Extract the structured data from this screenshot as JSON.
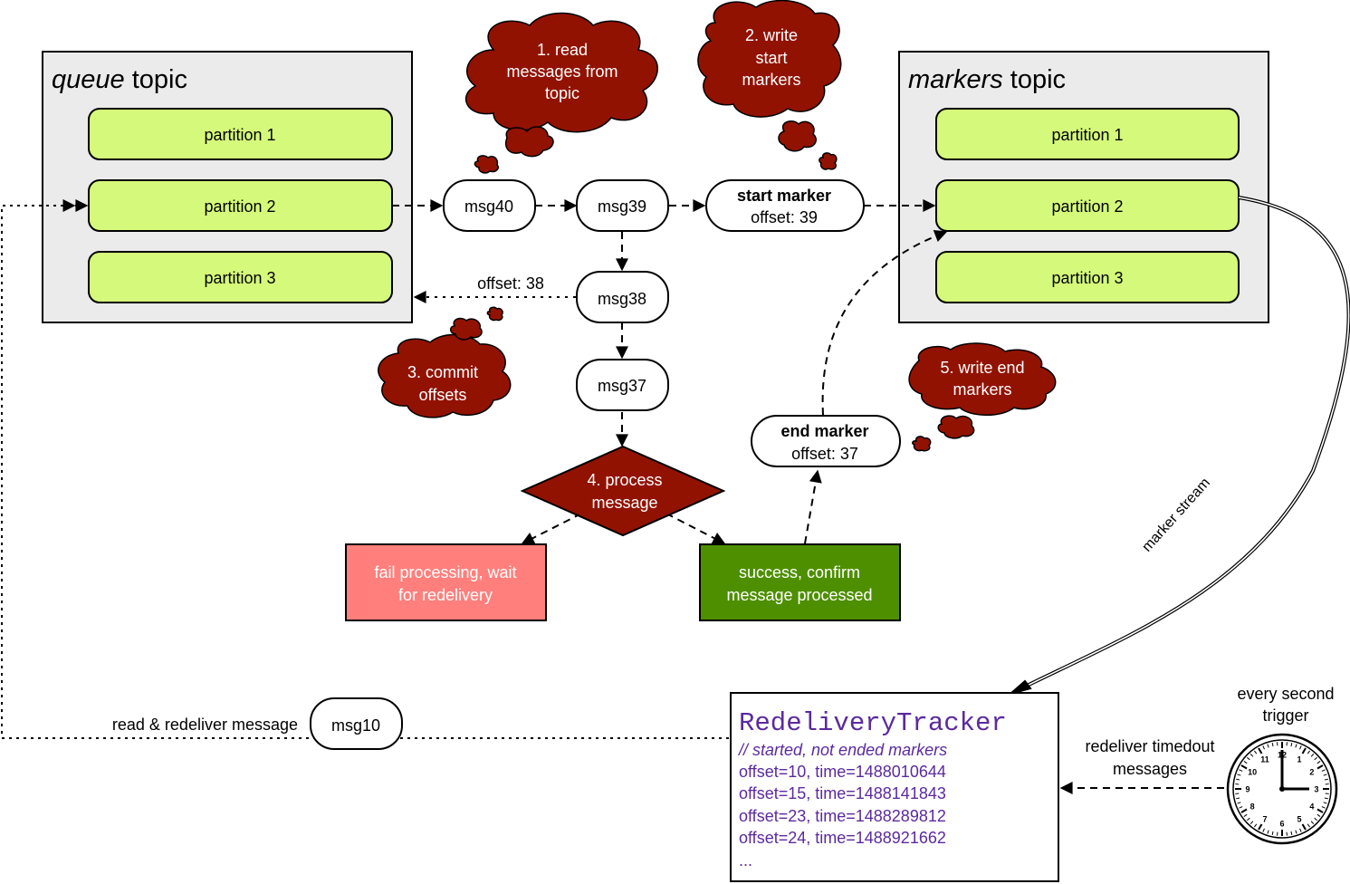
{
  "colors": {
    "topic_fill": "#ebebeb",
    "partition_fill": "#d5f97a",
    "cloud_fill": "#921202",
    "fail_fill": "#ff7f7c",
    "success_fill": "#4e8f00",
    "tracker_text": "#5b2a9e"
  },
  "queue_topic": {
    "title_italic": "queue",
    "title_rest": " topic",
    "partitions": [
      "partition 1",
      "partition 2",
      "partition 3"
    ]
  },
  "markers_topic": {
    "title_italic": "markers",
    "title_rest": " topic",
    "partitions": [
      "partition 1",
      "partition 2",
      "partition 3"
    ]
  },
  "messages": {
    "msg40": "msg40",
    "msg39": "msg39",
    "msg38": "msg38",
    "msg37": "msg37",
    "msg10": "msg10"
  },
  "start_marker": {
    "title": "start marker",
    "offset": "offset: 39"
  },
  "end_marker": {
    "title": "end marker",
    "offset": "offset: 37"
  },
  "clouds": {
    "step1": [
      "1. read",
      "messages from",
      "topic"
    ],
    "step2": [
      "2. write",
      "start",
      "markers"
    ],
    "step3": [
      "3. commit",
      "offsets"
    ],
    "step5": [
      "5. write end",
      "markers"
    ]
  },
  "decision": [
    "4. process",
    "message"
  ],
  "fail_box": [
    "fail processing, wait",
    "for redelivery"
  ],
  "success_box": [
    "success, confirm",
    "message processed"
  ],
  "labels": {
    "commit_offset": "offset: 38",
    "marker_stream": "marker stream",
    "read_redeliver": "read & redeliver message",
    "redeliver_timedout": [
      "redeliver timedout",
      "messages"
    ],
    "every_second": [
      "every second",
      "trigger"
    ]
  },
  "tracker": {
    "title": "RedeliveryTracker",
    "comment": "// started, not ended markers",
    "entries": [
      "offset=10, time=1488010644",
      "offset=15, time=1488141843",
      "offset=23, time=1488289812",
      "offset=24, time=1488921662"
    ],
    "ellipsis": "..."
  },
  "clock": {
    "numbers": [
      "12",
      "1",
      "2",
      "3",
      "4",
      "5",
      "6",
      "7",
      "8",
      "9",
      "10",
      "11"
    ],
    "time_shown": "3:00"
  }
}
